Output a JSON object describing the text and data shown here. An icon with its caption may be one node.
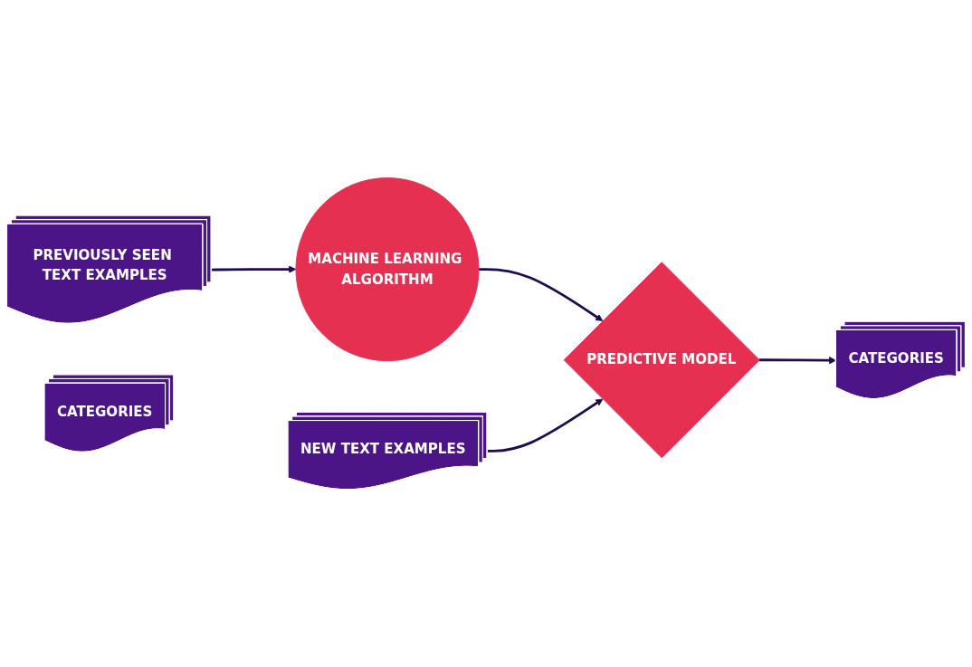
{
  "diagram": {
    "nodes": [
      {
        "text": [
          "PREVIOUSLY SEEN TEXT EXAMPLES"
        ]
      },
      {
        "text": [
          "MACHINE LEARNING ALGORITHM"
        ]
      },
      {
        "text": [
          "CATEGORIES"
        ]
      },
      {
        "text": [
          "NEW TEXT EXAMPLES"
        ]
      },
      {
        "text": [
          "PREDICTIVE MODEL"
        ]
      },
      {
        "text": [
          "CATEGORIES"
        ]
      }
    ],
    "edges": [
      {
        "from": 0,
        "to": 1,
        "arrow": "to"
      },
      {
        "from": 1,
        "to": 4,
        "arrow": "to"
      },
      {
        "from": 3,
        "to": 4,
        "arrow": "to"
      },
      {
        "from": 4,
        "to": 5,
        "arrow": "to"
      }
    ]
  }
}
